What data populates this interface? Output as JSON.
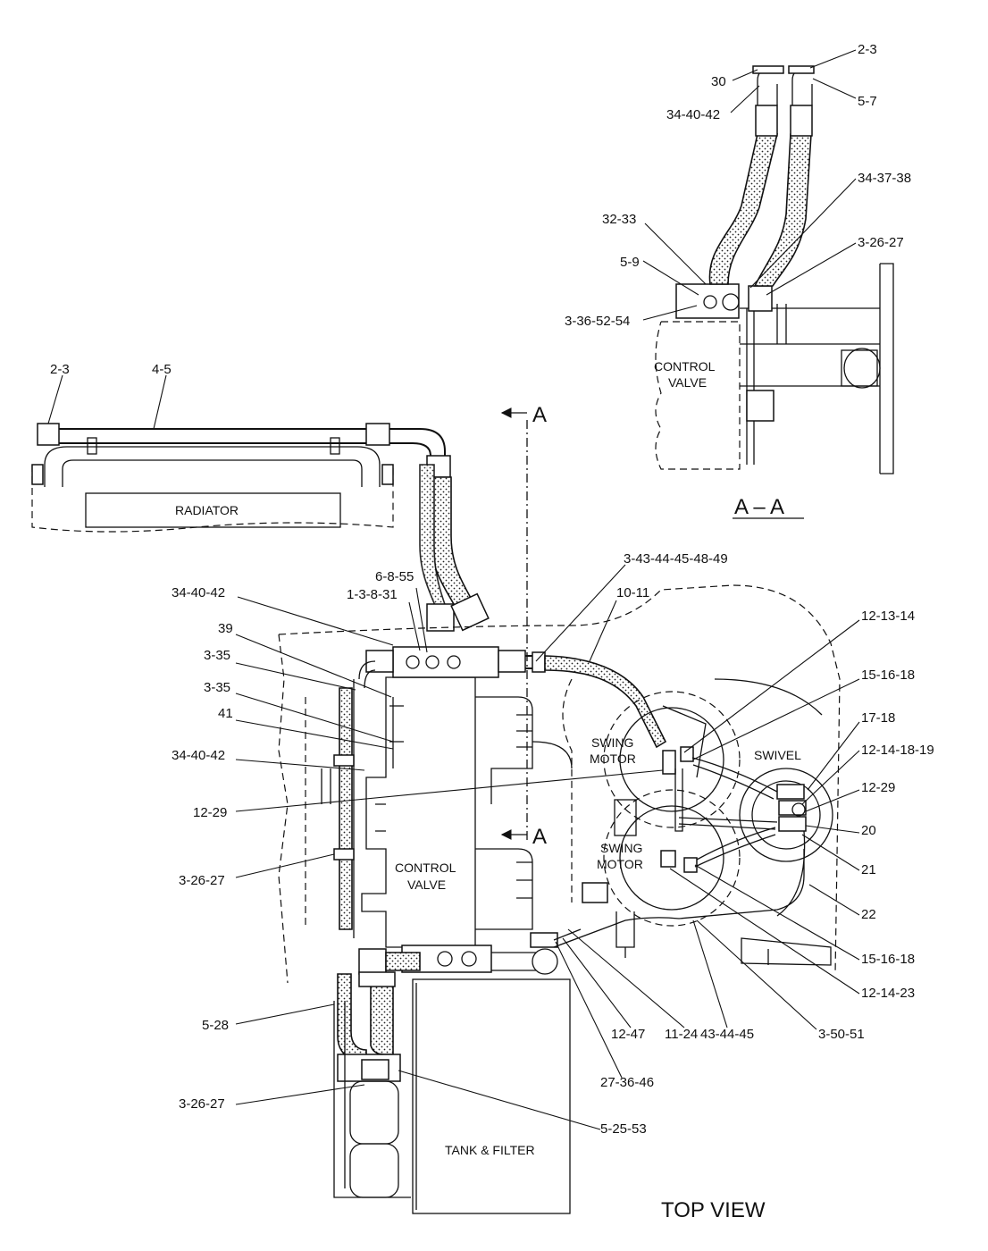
{
  "view_title": "TOP VIEW",
  "section": {
    "title": "A – A",
    "marker": "A",
    "labels": [
      {
        "id": "s1",
        "text": "2-3"
      },
      {
        "id": "s2",
        "text": "30"
      },
      {
        "id": "s3",
        "text": "5-7"
      },
      {
        "id": "s4",
        "text": "34-40-42"
      },
      {
        "id": "s5",
        "text": "34-37-38"
      },
      {
        "id": "s6",
        "text": "32-33"
      },
      {
        "id": "s7",
        "text": "3-26-27"
      },
      {
        "id": "s8",
        "text": "5-9"
      },
      {
        "id": "s9",
        "text": "3-36-52-54"
      }
    ],
    "control_valve_label": [
      "CONTROL",
      "VALVE"
    ]
  },
  "components": {
    "radiator": "RADIATOR",
    "control_valve": [
      "CONTROL",
      "VALVE"
    ],
    "swing_motor_upper": [
      "SWING",
      "MOTOR"
    ],
    "swing_motor_lower": [
      "SWING",
      "MOTOR"
    ],
    "swivel": "SWIVEL",
    "tank": "TANK & FILTER"
  },
  "callouts": [
    {
      "id": "c1",
      "text": "2-3"
    },
    {
      "id": "c2",
      "text": "4-5"
    },
    {
      "id": "c3",
      "text": "6-8-55"
    },
    {
      "id": "c4",
      "text": "1-3-8-31"
    },
    {
      "id": "c5",
      "text": "34-40-42"
    },
    {
      "id": "c6",
      "text": "39"
    },
    {
      "id": "c7",
      "text": "3-35"
    },
    {
      "id": "c8",
      "text": "3-35"
    },
    {
      "id": "c9",
      "text": "41"
    },
    {
      "id": "c10",
      "text": "34-40-42"
    },
    {
      "id": "c11",
      "text": "12-29"
    },
    {
      "id": "c12",
      "text": "3-26-27"
    },
    {
      "id": "c13",
      "text": "5-28"
    },
    {
      "id": "c14",
      "text": "3-26-27"
    },
    {
      "id": "c15",
      "text": "3-43-44-45-48-49"
    },
    {
      "id": "c16",
      "text": "10-11"
    },
    {
      "id": "c17",
      "text": "12-13-14"
    },
    {
      "id": "c18",
      "text": "15-16-18"
    },
    {
      "id": "c19",
      "text": "17-18"
    },
    {
      "id": "c20",
      "text": "12-14-18-19"
    },
    {
      "id": "c21",
      "text": "12-29"
    },
    {
      "id": "c22",
      "text": "20"
    },
    {
      "id": "c23",
      "text": "21"
    },
    {
      "id": "c24",
      "text": "22"
    },
    {
      "id": "c25",
      "text": "15-16-18"
    },
    {
      "id": "c26",
      "text": "12-14-23"
    },
    {
      "id": "c27",
      "text": "3-50-51"
    },
    {
      "id": "c28",
      "text": "43-44-45"
    },
    {
      "id": "c29",
      "text": "11-24"
    },
    {
      "id": "c30",
      "text": "12-47"
    },
    {
      "id": "c31",
      "text": "27-36-46"
    },
    {
      "id": "c32",
      "text": "5-25-53"
    }
  ]
}
